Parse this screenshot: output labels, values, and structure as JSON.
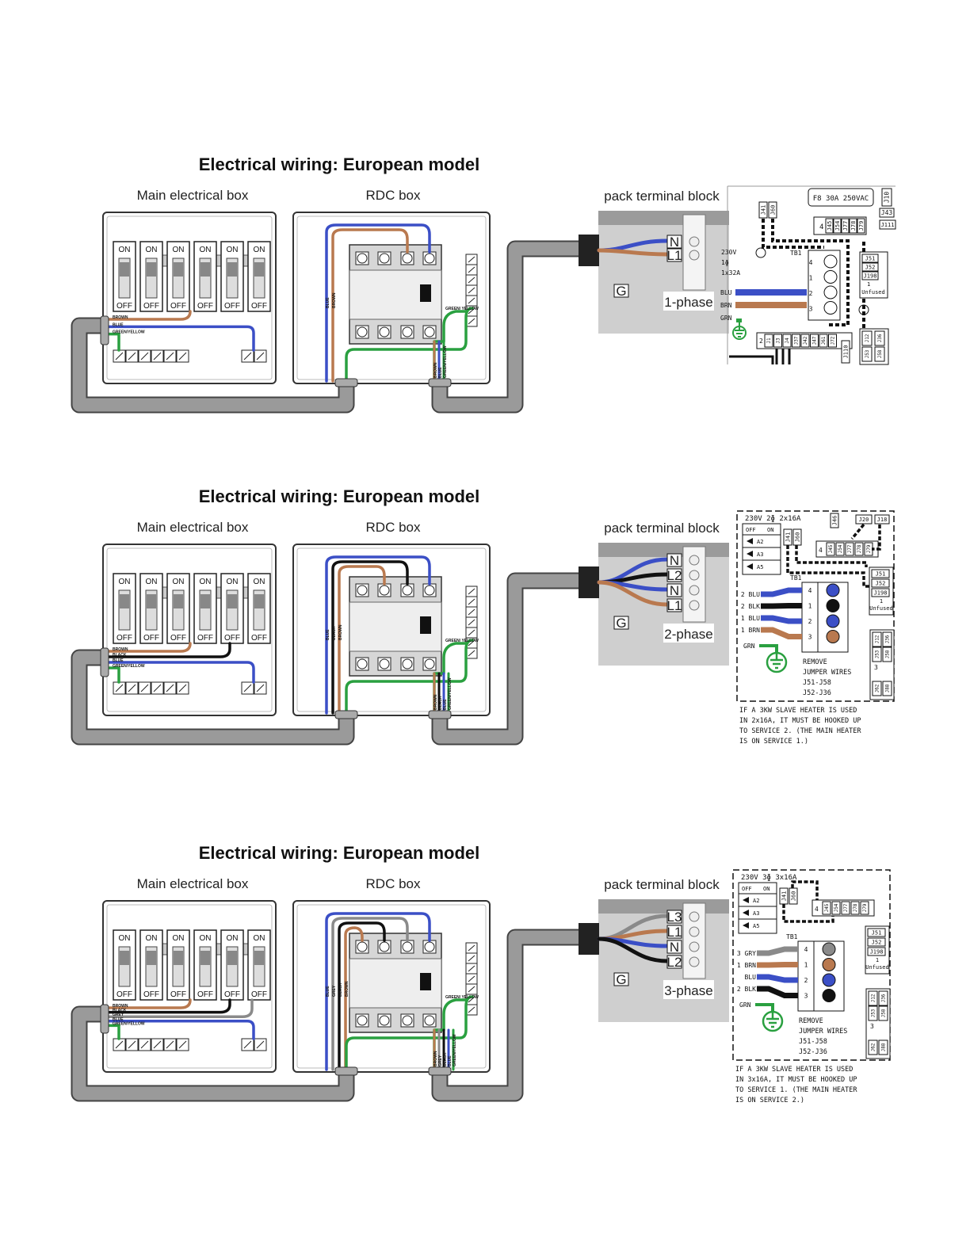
{
  "colors": {
    "blue": "#3b4fc6",
    "brown": "#b9794f",
    "black": "#111111",
    "grey": "#8a8a8a",
    "green": "#2aa040",
    "conduit": "#9a9a9a",
    "white": "#ffffff"
  },
  "sections": [
    {
      "title": "Electrical wiring: European model",
      "main_box_label": "Main electrical box",
      "rdc_box_label": "RDC box",
      "terminal_block_label": "pack terminal block",
      "phase_label": "1-phase",
      "ground_label": "G",
      "breaker_on": "ON",
      "breaker_off": "OFF",
      "main_wires": [
        {
          "label": "BROWN",
          "color": "brown"
        },
        {
          "label": "BLUE",
          "color": "blue"
        },
        {
          "label": "GREEN/YELLOW",
          "color": "green"
        }
      ],
      "rdc_wires": [
        {
          "label": "BLUE",
          "color": "blue"
        },
        {
          "label": "BROWN",
          "color": "brown"
        }
      ],
      "rdc_right_label": "GREEN/ YELLOW",
      "rdc_exit_wires": [
        {
          "label": "BROWN",
          "color": "brown"
        },
        {
          "label": "BLUE",
          "color": "blue"
        },
        {
          "label": "GREEN/YELLOW",
          "color": "green"
        }
      ],
      "terminals": [
        {
          "letter": "N",
          "color": "blue"
        },
        {
          "letter": "L1",
          "color": "brown"
        }
      ],
      "board": {
        "style": "pcb",
        "fuse": "F8 30A 250VAC",
        "rating": [
          "230V",
          "1ɸ",
          "1x32A"
        ],
        "tb_label": "TB1",
        "tb_numbers": [
          "4",
          "1",
          "2",
          "3"
        ],
        "tb_colors": [
          "white",
          "white",
          "white",
          "white"
        ],
        "wires": [
          {
            "label": "BLU",
            "color": "blue",
            "row": 2
          },
          {
            "label": "BRN",
            "color": "brown",
            "row": 3
          }
        ],
        "ground": "GRN",
        "chips_top": [
          "J41",
          "J60"
        ],
        "chips_right": [
          "J10",
          "J43",
          "J111"
        ],
        "group4_label": "4",
        "group4": [
          "J45",
          "J54",
          "J77",
          "J78",
          "J79"
        ],
        "unfused_chips": [
          "J51",
          "J52",
          "J198"
        ],
        "unfused_label": [
          "1",
          "Unfused"
        ],
        "group2_label": "2",
        "group2": [
          "J1",
          "J3",
          "J4",
          "J37",
          "J42",
          "J47",
          "J61",
          "J72"
        ],
        "chip_j110": "J110",
        "group3": [
          "J12",
          "J36",
          "J53",
          "J58"
        ]
      }
    },
    {
      "title": "Electrical wiring: European model",
      "main_box_label": "Main electrical box",
      "rdc_box_label": "RDC box",
      "terminal_block_label": "pack terminal block",
      "phase_label": "2-phase",
      "ground_label": "G",
      "breaker_on": "ON",
      "breaker_off": "OFF",
      "main_wires": [
        {
          "label": "BROWN",
          "color": "brown"
        },
        {
          "label": "BLACK",
          "color": "black"
        },
        {
          "label": "BLUE",
          "color": "blue"
        },
        {
          "label": "GREEN/YELLOW",
          "color": "green"
        }
      ],
      "rdc_wires": [
        {
          "label": "BLUE",
          "color": "blue"
        },
        {
          "label": "BLACK",
          "color": "black"
        },
        {
          "label": "BROWN",
          "color": "brown"
        }
      ],
      "rdc_right_label": "GREEN/ YELLOW",
      "rdc_exit_wires": [
        {
          "label": "BROWN",
          "color": "brown"
        },
        {
          "label": "BLACK",
          "color": "black"
        },
        {
          "label": "BLUE",
          "color": "blue"
        },
        {
          "label": "GREEN/YELLOW",
          "color": "green"
        }
      ],
      "terminals": [
        {
          "letter": "N",
          "color": "blue"
        },
        {
          "letter": "L2",
          "color": "black"
        },
        {
          "letter": "N",
          "color": "blue"
        },
        {
          "letter": "L1",
          "color": "brown"
        }
      ],
      "board": {
        "style": "dashed",
        "header": "230V 2ɸ 2x16A",
        "switch_header": [
          "OFF",
          "ON"
        ],
        "switches": [
          "A2",
          "A3",
          "A5"
        ],
        "chips_top": [
          "J41",
          "J60"
        ],
        "chips_extra": [
          "J46",
          "J20",
          "J18"
        ],
        "group4_label": "4",
        "group4": [
          "J45",
          "J54",
          "J77",
          "J78",
          "J79"
        ],
        "tb_label": "TB1",
        "tb_numbers": [
          "4",
          "1",
          "2",
          "3"
        ],
        "tb_colors": [
          "blue",
          "black",
          "blue",
          "brown"
        ],
        "wires": [
          {
            "label": "2 BLU",
            "color": "blue"
          },
          {
            "label": "2 BLK",
            "color": "black"
          },
          {
            "label": "1 BLU",
            "color": "blue"
          },
          {
            "label": "1 BRN",
            "color": "brown"
          }
        ],
        "ground": "GRN",
        "unfused_chips": [
          "J51",
          "J52",
          "J198"
        ],
        "unfused_label": [
          "1",
          "Unfused"
        ],
        "group3": [
          "J12",
          "J36",
          "J53",
          "J58",
          "J62",
          "J88"
        ],
        "group3_label": "3",
        "remove": [
          "REMOVE",
          "JUMPER WIRES",
          "J51-J58",
          "J52-J36"
        ],
        "note": [
          "IF A 3KW SLAVE HEATER IS USED",
          "IN 2x16A, IT MUST BE HOOKED UP",
          "TO SERVICE 2.  (THE MAIN HEATER",
          "IS ON SERVICE 1.)"
        ]
      }
    },
    {
      "title": "Electrical wiring: European model",
      "main_box_label": "Main electrical box",
      "rdc_box_label": "RDC box",
      "terminal_block_label": "pack terminal block",
      "phase_label": "3-phase",
      "ground_label": "G",
      "breaker_on": "ON",
      "breaker_off": "OFF",
      "main_wires": [
        {
          "label": "BROWN",
          "color": "brown"
        },
        {
          "label": "BLACK",
          "color": "black"
        },
        {
          "label": "GREY",
          "color": "grey"
        },
        {
          "label": "BLUE",
          "color": "blue"
        },
        {
          "label": "GREEN/YELLOW",
          "color": "green"
        }
      ],
      "rdc_wires": [
        {
          "label": "BLUE",
          "color": "blue"
        },
        {
          "label": "GREY",
          "color": "grey"
        },
        {
          "label": "BLACK",
          "color": "black"
        },
        {
          "label": "BROWN",
          "color": "brown"
        }
      ],
      "rdc_right_label": "GREEN/ YELLOW",
      "rdc_exit_wires": [
        {
          "label": "BROWN",
          "color": "brown"
        },
        {
          "label": "GREY",
          "color": "grey"
        },
        {
          "label": "BLACK",
          "color": "black"
        },
        {
          "label": "BLUE",
          "color": "blue"
        },
        {
          "label": "GREEN/YELLOW",
          "color": "green"
        }
      ],
      "terminals": [
        {
          "letter": "L3",
          "color": "grey"
        },
        {
          "letter": "L1",
          "color": "brown"
        },
        {
          "letter": "N",
          "color": "blue"
        },
        {
          "letter": "L2",
          "color": "black"
        }
      ],
      "board": {
        "style": "dashed",
        "header": "230V 3ɸ 3x16A",
        "switch_header": [
          "OFF",
          "ON"
        ],
        "switches": [
          "A2",
          "A3",
          "A5"
        ],
        "chips_top": [
          "J41",
          "J60"
        ],
        "chips_extra": [],
        "group4_label": "4",
        "group4": [
          "J45",
          "J54",
          "J77",
          "J78",
          "J79"
        ],
        "tb_label": "TB1",
        "tb_numbers": [
          "4",
          "1",
          "2",
          "3"
        ],
        "tb_colors": [
          "grey",
          "brown",
          "blue",
          "black"
        ],
        "wires": [
          {
            "label": "3 GRY",
            "color": "grey"
          },
          {
            "label": "1 BRN",
            "color": "brown"
          },
          {
            "label": "BLU",
            "color": "blue"
          },
          {
            "label": "2 BLK",
            "color": "black"
          }
        ],
        "ground": "GRN",
        "unfused_chips": [
          "J51",
          "J52",
          "J198"
        ],
        "unfused_label": [
          "1",
          "Unfused"
        ],
        "group3": [
          "J12",
          "J36",
          "J53",
          "J58",
          "J62",
          "J88"
        ],
        "group3_label": "3",
        "remove": [
          "REMOVE",
          "JUMPER WIRES",
          "J51-J58",
          "J52-J36"
        ],
        "note": [
          "IF A 3KW SLAVE HEATER IS USED",
          "IN 3x16A, IT MUST BE HOOKED UP",
          "TO SERVICE 1.  (THE MAIN HEATER",
          "IS ON SERVICE 2.)"
        ]
      }
    }
  ]
}
